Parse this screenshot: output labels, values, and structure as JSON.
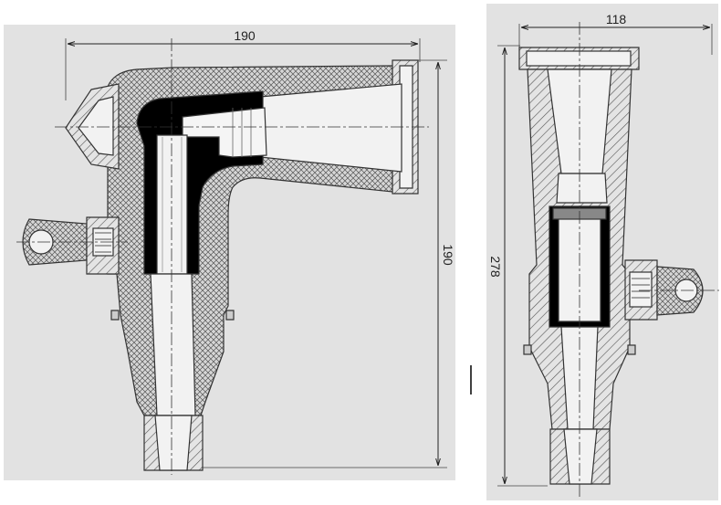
{
  "left_view": {
    "dimension_width": "190",
    "dimension_height": "190"
  },
  "right_view": {
    "dimension_width": "118",
    "dimension_height": "278"
  },
  "colors": {
    "panel_background": "#e2e2e2",
    "outline": "#333333",
    "hatch": "#555555",
    "conductor_fill": "#000000"
  }
}
